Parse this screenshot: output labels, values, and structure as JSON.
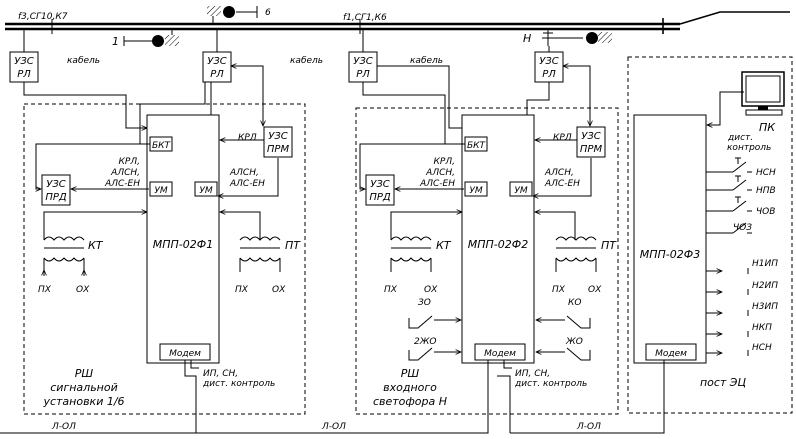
{
  "track": {
    "label_left": "f3,СГ10,К7",
    "label_mid": "f1,СГ1,К6",
    "signal_top": "6",
    "signal_left": "1",
    "signal_right": "Н"
  },
  "uzs_rl": {
    "line1": "УЗС",
    "line2": "РЛ"
  },
  "uzs_prm": {
    "line1": "УЗС",
    "line2": "ПРМ"
  },
  "uzs_prd": {
    "line1": "УЗС",
    "line2": "ПРД"
  },
  "cable": "кабель",
  "unit1": {
    "block": "МПП-02Ф1",
    "bkt": "БКТ",
    "um": "УМ",
    "modem": "Модем",
    "krl": "КРЛ",
    "left_signals": [
      "КРЛ,",
      "АЛСН,",
      "АЛС-ЕН"
    ],
    "right_signals": [
      "АЛСН,",
      "АЛС-ЕН"
    ],
    "kt": "КТ",
    "pt": "ПТ",
    "px": "ПХ",
    "ox": "ОХ",
    "ip_line1": "ИП, СН,",
    "ip_line2": "дист. контроль",
    "caption": [
      "РШ",
      "сигнальной",
      "установки 1/6"
    ]
  },
  "unit2": {
    "block": "МПП-02Ф2",
    "bkt": "БКТ",
    "um": "УМ",
    "modem": "Модем",
    "krl": "КРЛ",
    "left_signals": [
      "КРЛ,",
      "АЛСН,",
      "АЛС-ЕН"
    ],
    "right_signals": [
      "АЛСН,",
      "АЛС-ЕН"
    ],
    "kt": "КТ",
    "pt": "ПТ",
    "px": "ПХ",
    "ox": "ОХ",
    "zo": "ЗО",
    "two_zho": "2ЖО",
    "ko": "КО",
    "zho": "ЖО",
    "ip_line1": "ИП, СН,",
    "ip_line2": "дист. контроль",
    "caption": [
      "РШ",
      "входного",
      "светофора Н"
    ]
  },
  "post": {
    "block": "МПП-02Ф3",
    "modem": "Модем",
    "pc": "ПК",
    "dist_line1": "дист.",
    "dist_line2": "контроль",
    "keys": [
      "НСН",
      "НПВ",
      "ЧОВ",
      "ЧОЗ"
    ],
    "indicators": [
      "Н1ИП",
      "Н2ИП",
      "Н3ИП",
      "НКП",
      "НСН"
    ],
    "caption": "пост ЭЦ"
  },
  "line_label": "Л-ОЛ"
}
